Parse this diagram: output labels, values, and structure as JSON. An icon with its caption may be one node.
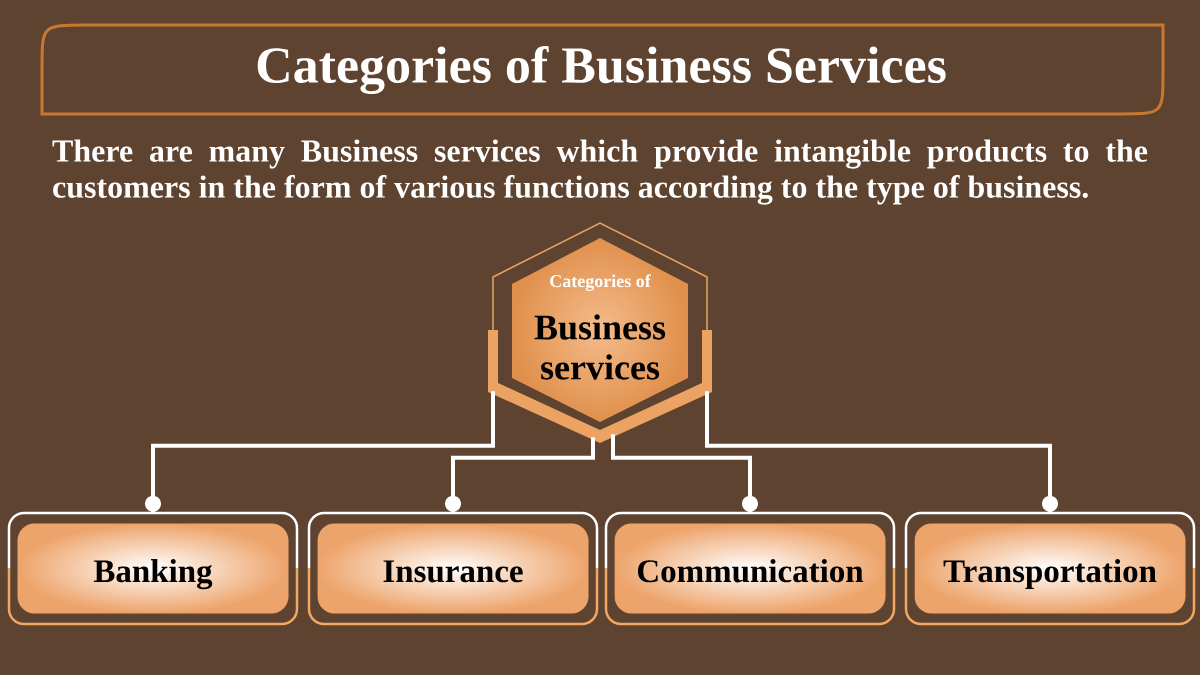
{
  "diagram": {
    "title": "Categories of Business Services",
    "nodes": [
      {
        "text": [
          "Categories of",
          "Business services"
        ]
      },
      {
        "text": [
          "Banking"
        ]
      },
      {
        "text": [
          "Insurance"
        ]
      },
      {
        "text": [
          "Communication"
        ]
      },
      {
        "text": [
          "Transportation"
        ]
      }
    ],
    "edges": [
      {
        "from": 0,
        "to": 1,
        "arrow": "other"
      },
      {
        "from": 0,
        "to": 2,
        "arrow": "other"
      },
      {
        "from": 0,
        "to": 3,
        "arrow": "other"
      },
      {
        "from": 0,
        "to": 4,
        "arrow": "other"
      }
    ],
    "labels": [
      "There are many Business services which provide intangible products to the customers in the form of various functions according to the type of business."
    ]
  }
}
